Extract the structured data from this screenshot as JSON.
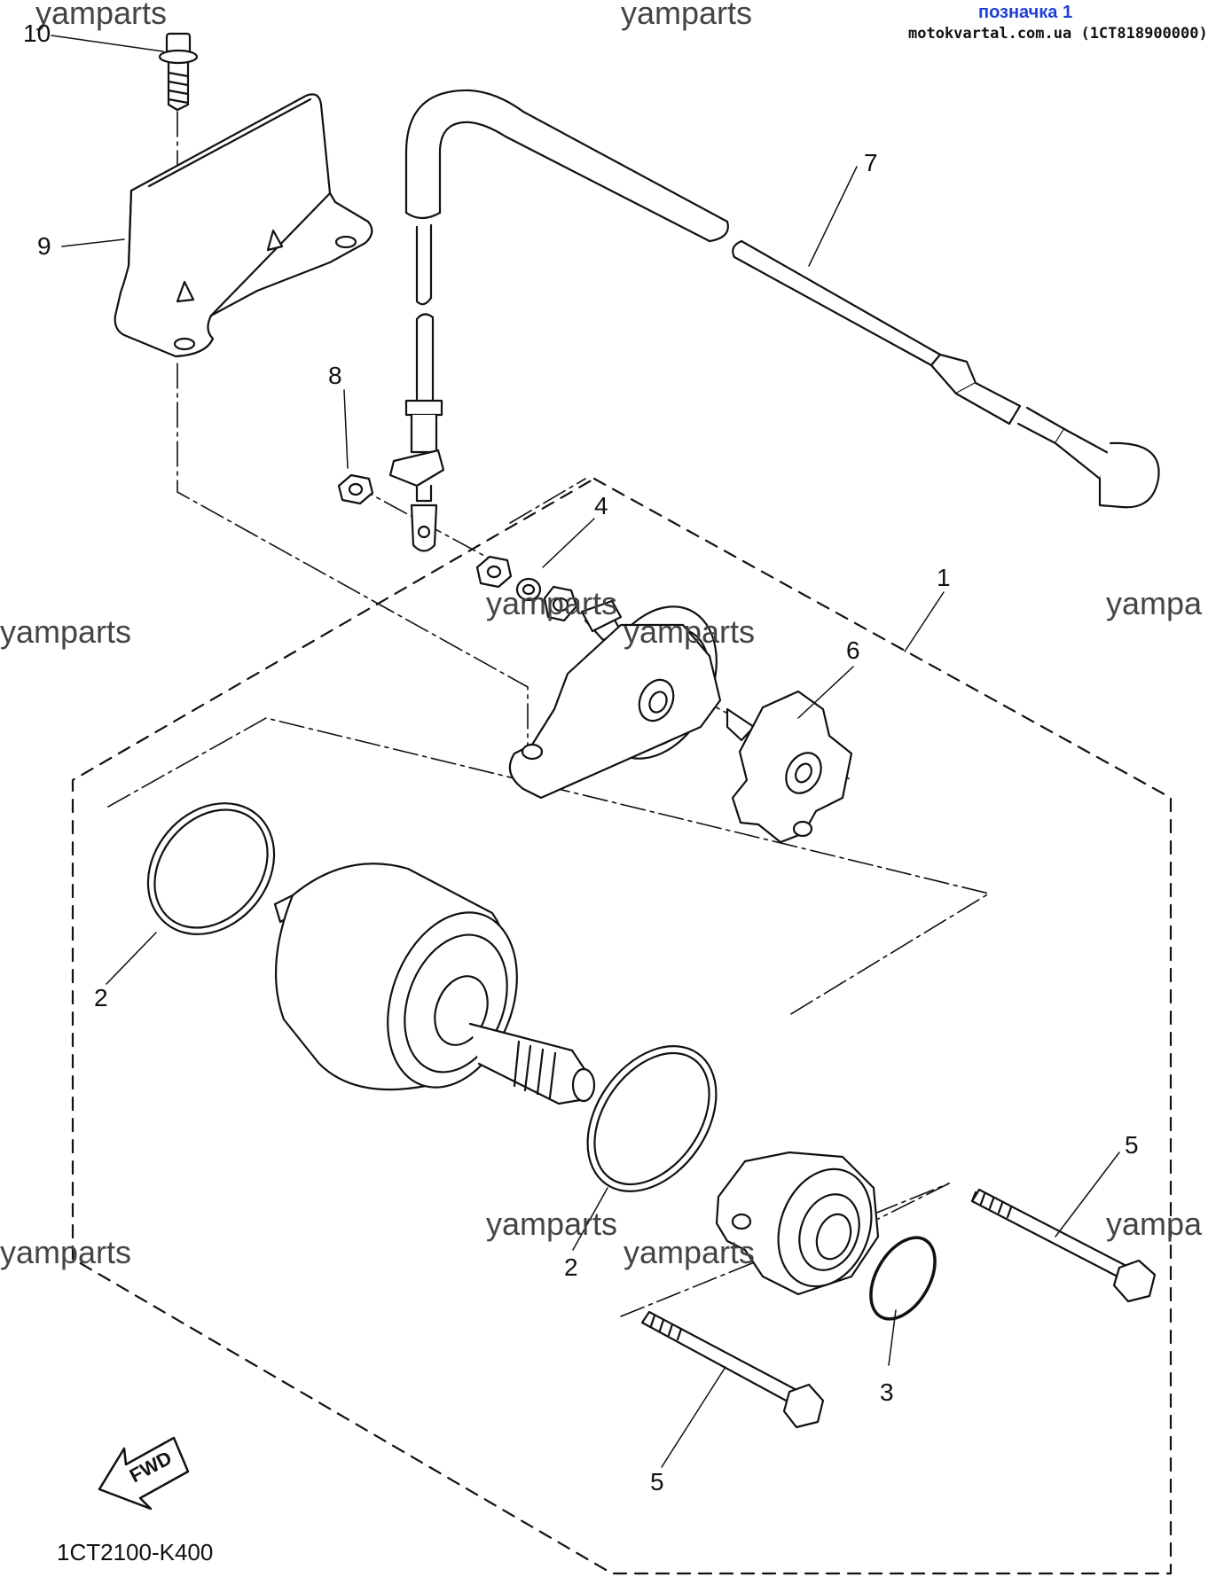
{
  "header": {
    "badge": "позначка 1",
    "site_ref": "motokvartal.com.ua (1CT818900000)"
  },
  "watermark": "yamparts",
  "watermark_clipped": "yampa",
  "callouts": {
    "c1": "1",
    "c2a": "2",
    "c2b": "2",
    "c3": "3",
    "c4": "4",
    "c5a": "5",
    "c5b": "5",
    "c6": "6",
    "c7": "7",
    "c8": "8",
    "c9": "9",
    "c10": "10"
  },
  "fwd_label": "FWD",
  "diagram_code": "1CT2100-K400"
}
